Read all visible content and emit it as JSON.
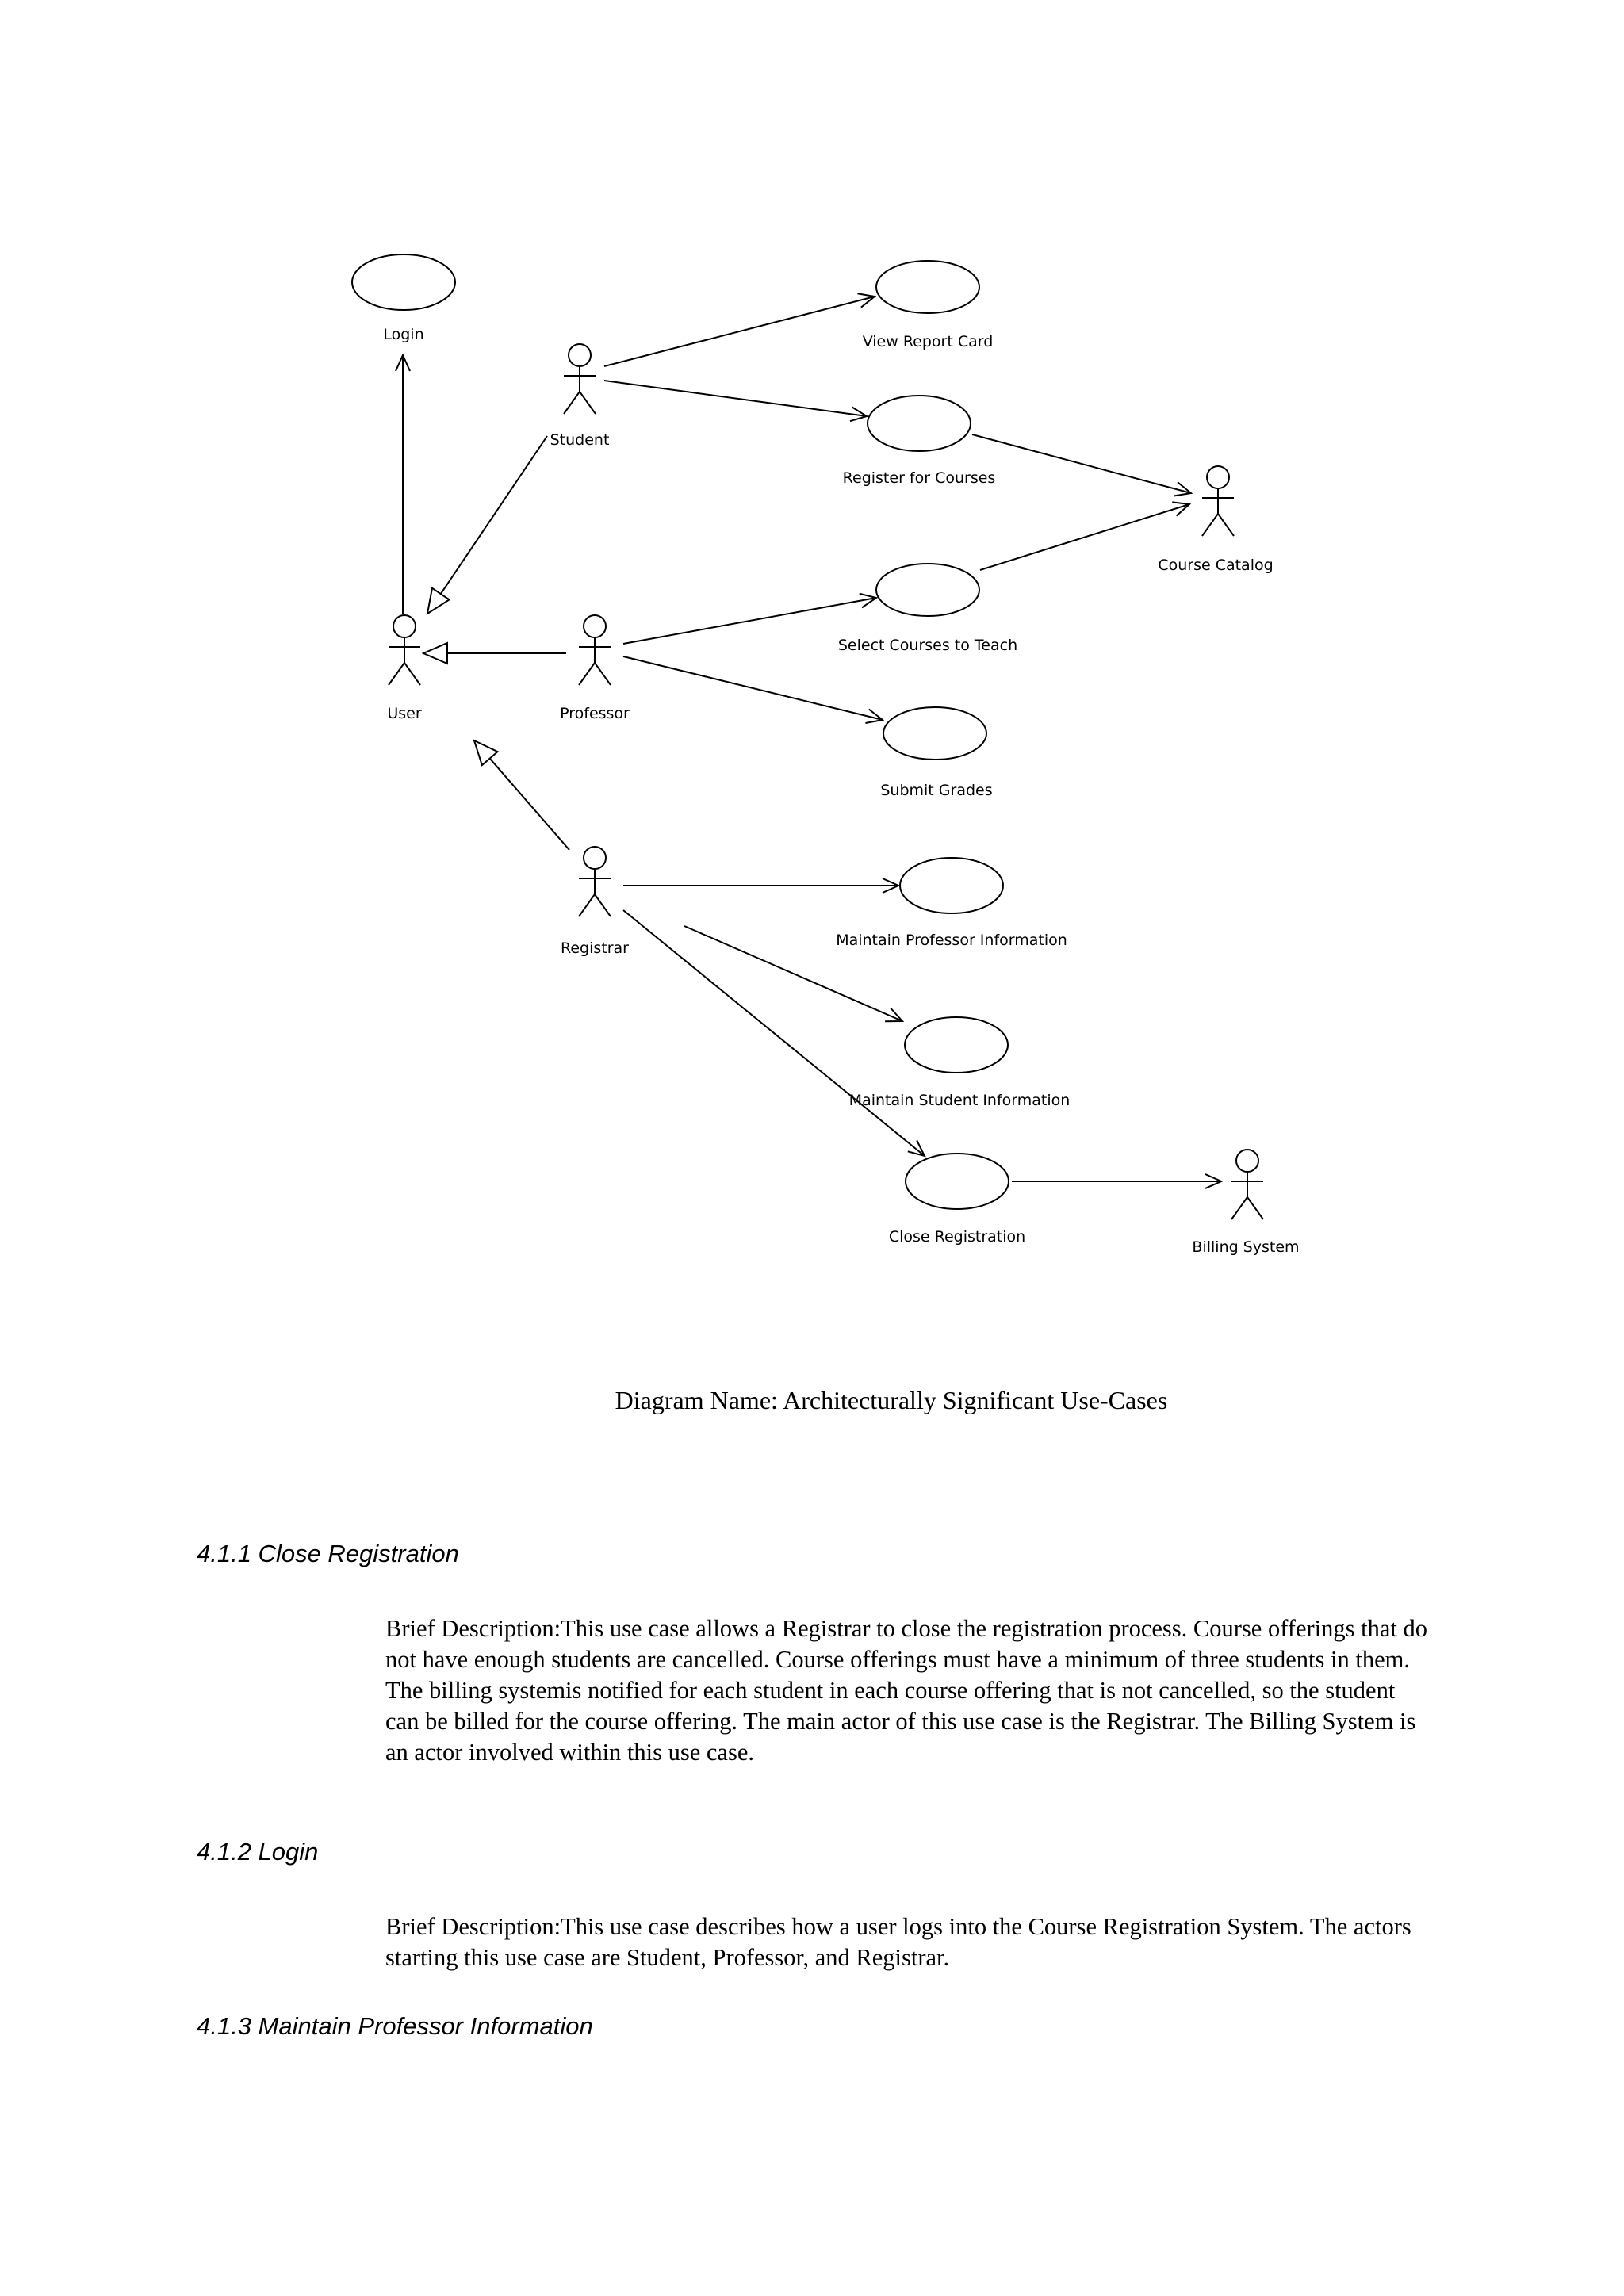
{
  "diagram": {
    "actors": {
      "student": "Student",
      "user": "User",
      "professor": "Professor",
      "registrar": "Registrar",
      "course_catalog": "Course Catalog",
      "billing_system": "Billing System"
    },
    "use_cases": {
      "login": "Login",
      "view_report_card": "View Report Card",
      "register_for_courses": "Register for Courses",
      "select_courses_to_teach": "Select Courses to Teach",
      "submit_grades": "Submit Grades",
      "maintain_professor_information": "Maintain Professor Information",
      "maintain_student_information": "Maintain Student Information",
      "close_registration": "Close Registration"
    },
    "caption": "Diagram Name:  Architecturally  Significant  Use-Cases"
  },
  "sections": [
    {
      "heading": "4.1.1 Close  Registration",
      "body": "Brief  Description:This  use case allows  a  Registrar to close the registration process. Course offerings that do not have enough students are cancelled. Course offerings must  have a minimum  of three students in them. The billing  systemis  notified for each student in each course offering  that is not cancelled, so the student can be billed  for the course offering.  The main  actor of this use case is  the Registrar.  The Billing  System is an actor involved within  this use case."
    },
    {
      "heading": "4.1.2 Login",
      "body": "Brief  Description:This  use case describes how a  user logs into the Course Registration System. The actors starting this use case are Student, Professor, and Registrar."
    },
    {
      "heading": "4.1.3 Maintain  Professor Information",
      "body": ""
    }
  ]
}
